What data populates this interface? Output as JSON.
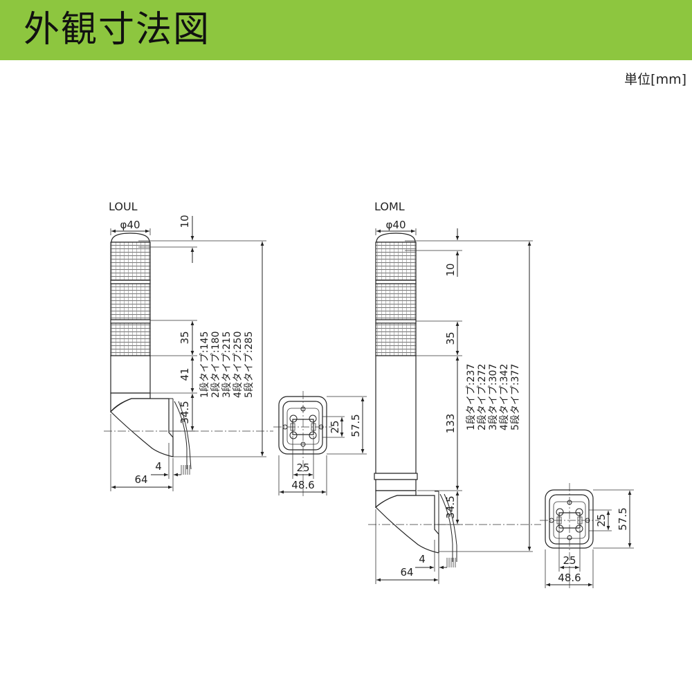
{
  "header": {
    "title": "外観寸法図",
    "bg_color": "#8dc63f"
  },
  "unit_label": "単位[mm]",
  "models": [
    {
      "name": "LOUL",
      "dims": {
        "diameter": "φ40",
        "top": "10",
        "tier": "35",
        "pole": "41",
        "base": "34.5",
        "width": "64",
        "offset": "4"
      },
      "heights": [
        "1段タイプ:145",
        "2段タイプ:180",
        "3段タイプ:215",
        "4段タイプ:250",
        "5段タイプ:285"
      ],
      "bottom_view": {
        "hole": "25",
        "side": "25",
        "depth": "57.5",
        "width": "48.6"
      }
    },
    {
      "name": "LOML",
      "dims": {
        "diameter": "φ40",
        "top": "10",
        "tier": "35",
        "pole": "133",
        "base": "34.5",
        "width": "64",
        "offset": "4"
      },
      "heights": [
        "1段タイプ:237",
        "2段タイプ:272",
        "3段タイプ:307",
        "4段タイプ:342",
        "5段タイプ:377"
      ],
      "bottom_view": {
        "hole": "25",
        "side": "25",
        "depth": "57.5",
        "width": "48.6"
      }
    }
  ]
}
